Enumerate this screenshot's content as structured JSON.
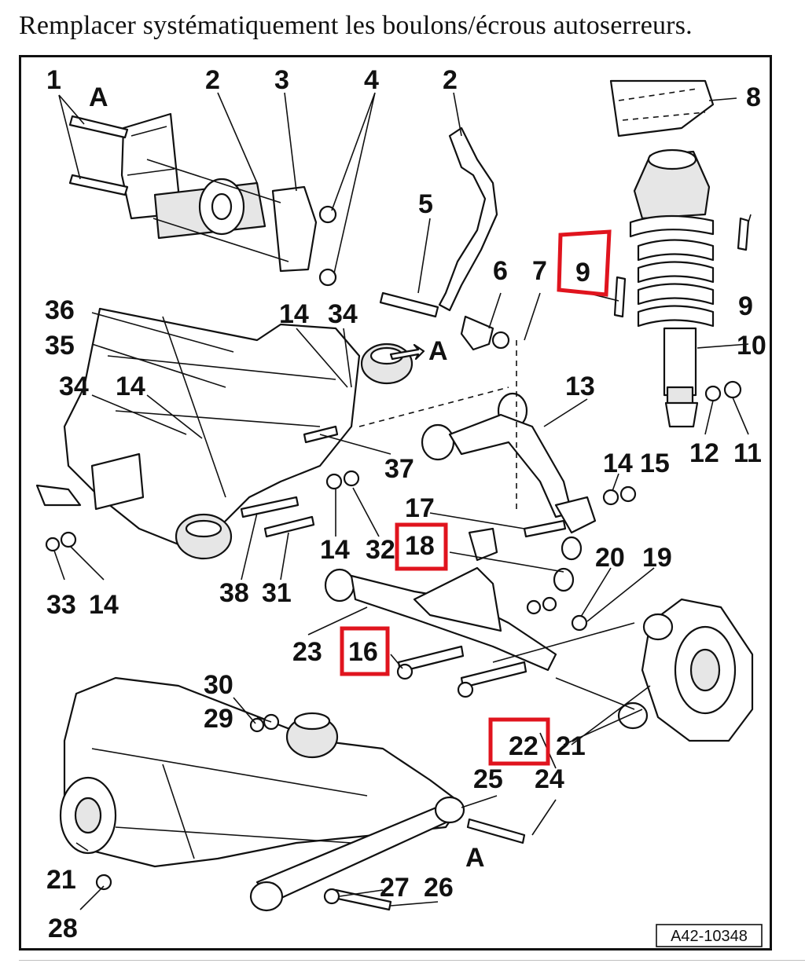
{
  "caption": "Remplacer systématiquement les boulons/écrous autoserreurs.",
  "reference": "A42-10348",
  "highlight_color": "#e0141e",
  "callouts": [
    "1",
    "2",
    "3",
    "4",
    "2",
    "5",
    "6",
    "7",
    "9",
    "8",
    "9",
    "36",
    "14",
    "34",
    "10",
    "35",
    "34",
    "14",
    "13",
    "37",
    "12",
    "11",
    "14",
    "15",
    "17",
    "14",
    "32",
    "18",
    "20",
    "19",
    "33",
    "14",
    "38",
    "31",
    "23",
    "16",
    "30",
    "29",
    "22",
    "21",
    "25",
    "24",
    "21",
    "27",
    "26",
    "28"
  ],
  "view_letters": [
    "A",
    "A",
    "A"
  ]
}
